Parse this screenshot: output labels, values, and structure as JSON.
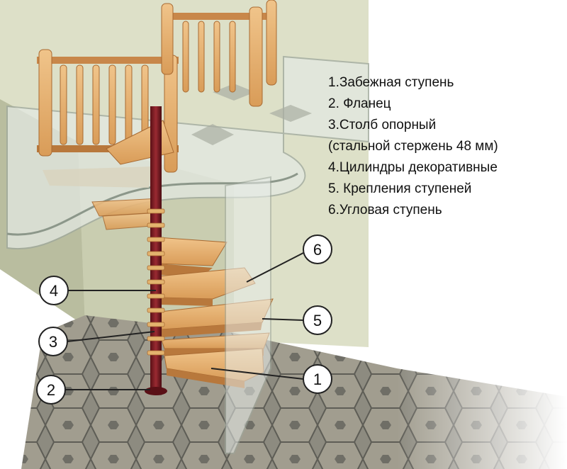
{
  "legend": {
    "items": [
      "1.Забежная ступень",
      "2. Фланец",
      "3.Столб опорный",
      "(стальной стержень 48 мм)",
      "4.Цилиндры декоративные",
      "5. Крепления ступеней",
      "6.Угловая ступень"
    ]
  },
  "callouts": {
    "c1": "1",
    "c2": "2",
    "c3": "3",
    "c4": "4",
    "c5": "5",
    "c6": "6"
  },
  "colors": {
    "wall": "#d8dcc4",
    "floor": "#8f8f86",
    "wood": "#e6b071",
    "wood_dark": "#b8783c",
    "column": "#7a1c24",
    "glass": "#dfe6e1"
  }
}
